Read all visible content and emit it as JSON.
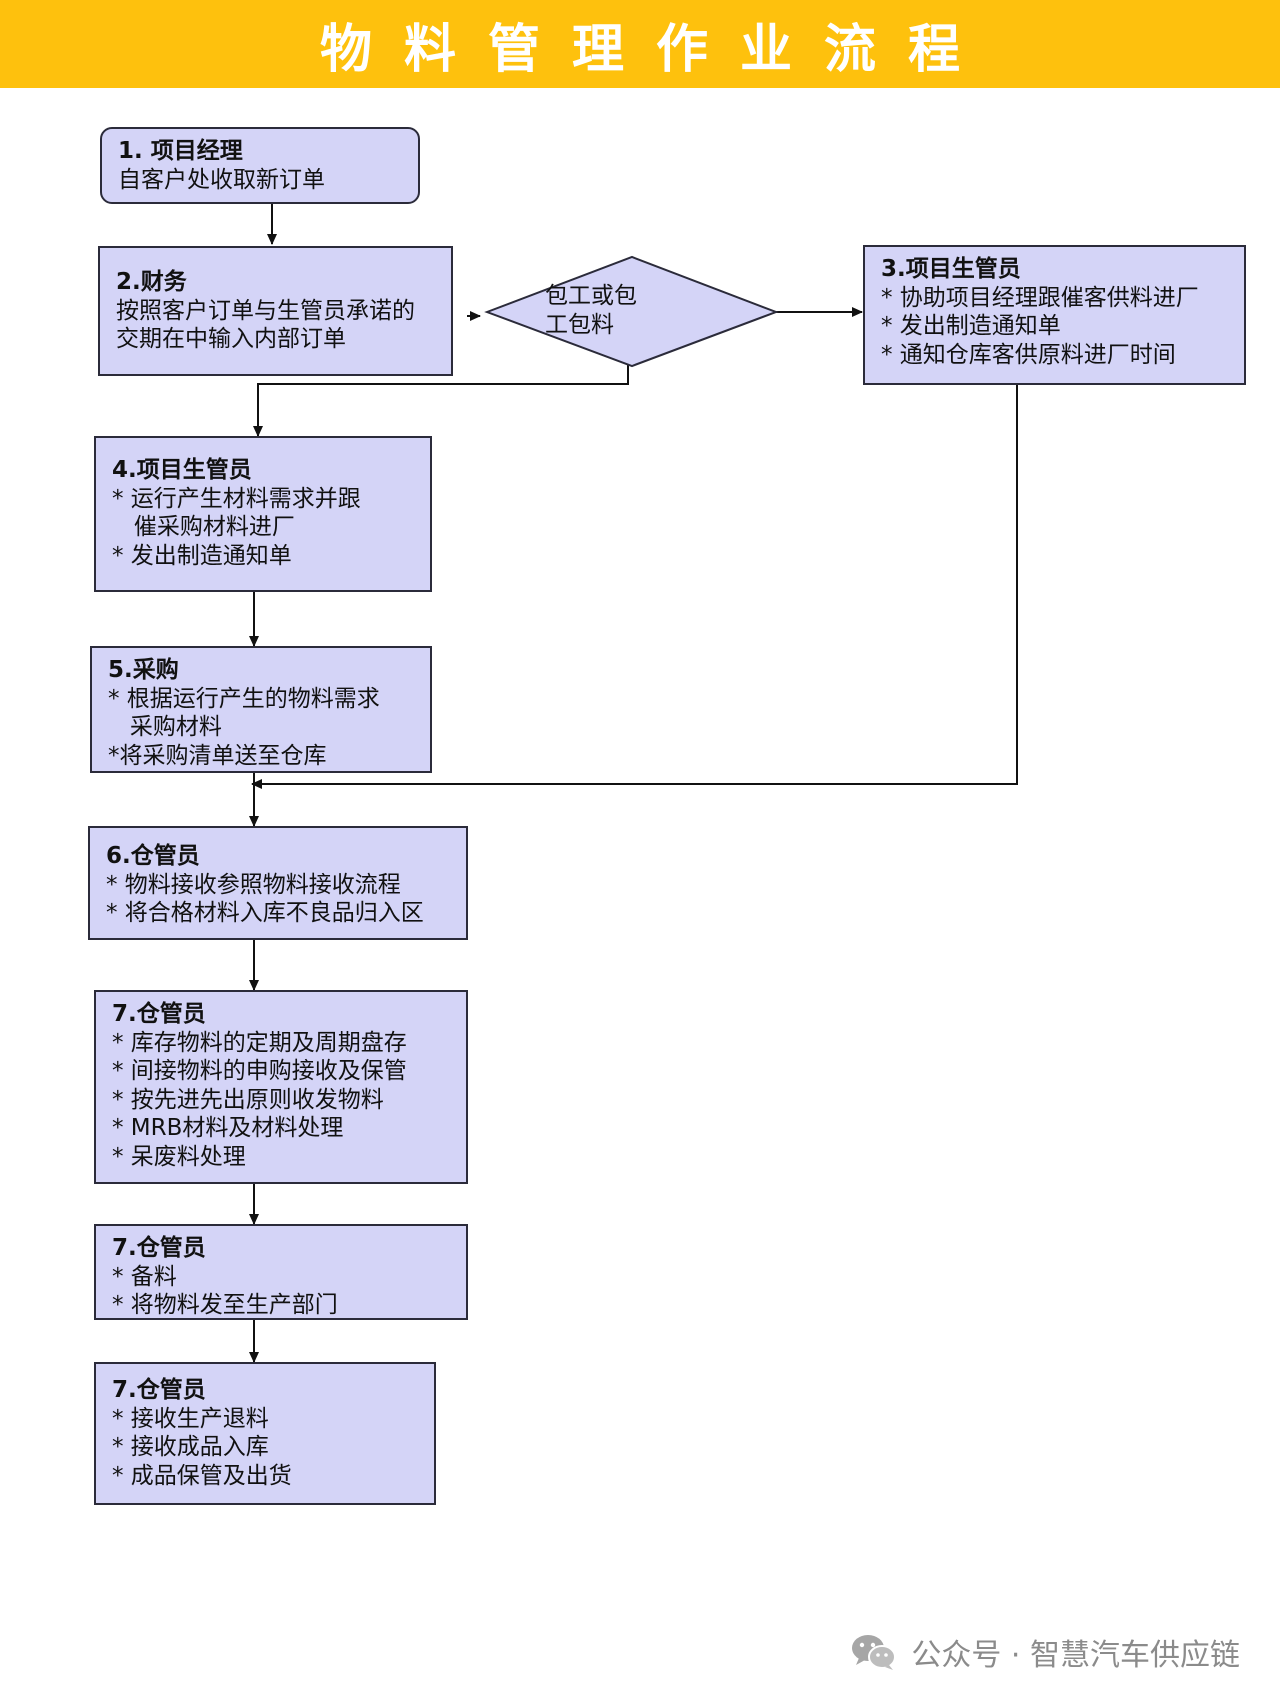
{
  "header": {
    "title": "物料管理作业流程"
  },
  "nodes": {
    "n1": {
      "title": "1. 项目经理",
      "lines": [
        "自客户处收取新订单"
      ]
    },
    "n2": {
      "title": "2.财务",
      "lines": [
        "按照客户订单与生管员承诺的",
        "交期在中输入内部订单"
      ]
    },
    "decision": {
      "lines": [
        "包工或包",
        "工包料"
      ]
    },
    "n3": {
      "title": "3.项目生管员",
      "lines": [
        "* 协助项目经理跟催客供料进厂",
        "* 发出制造通知单",
        "* 通知仓库客供原料进厂时间"
      ]
    },
    "n4": {
      "title": "4.项目生管员",
      "lines": [
        "* 运行产生材料需求并跟",
        "   催采购材料进厂",
        "* 发出制造通知单"
      ]
    },
    "n5": {
      "title": "5.采购",
      "lines": [
        "* 根据运行产生的物料需求",
        "   采购材料",
        "*将采购清单送至仓库"
      ]
    },
    "n6": {
      "title": "6.仓管员",
      "lines": [
        "* 物料接收参照物料接收流程",
        "* 将合格材料入库不良品归入区"
      ]
    },
    "n7": {
      "title": "7.仓管员",
      "lines": [
        "* 库存物料的定期及周期盘存",
        "* 间接物料的申购接收及保管",
        "* 按先进先出原则收发物料",
        "* MRB材料及材料处理",
        "* 呆废料处理"
      ]
    },
    "n8": {
      "title": "7.仓管员",
      "lines": [
        "* 备料",
        "* 将物料发至生产部门"
      ]
    },
    "n9": {
      "title": "7.仓管员",
      "lines": [
        "* 接收生产退料",
        "* 接收成品入库",
        "* 成品保管及出货"
      ]
    }
  },
  "footer": {
    "text": "公众号 · 智慧汽车供应链"
  },
  "colors": {
    "banner": "#fec10d",
    "box_fill": "#d4d4f7",
    "box_border": "#2b2b3a"
  }
}
